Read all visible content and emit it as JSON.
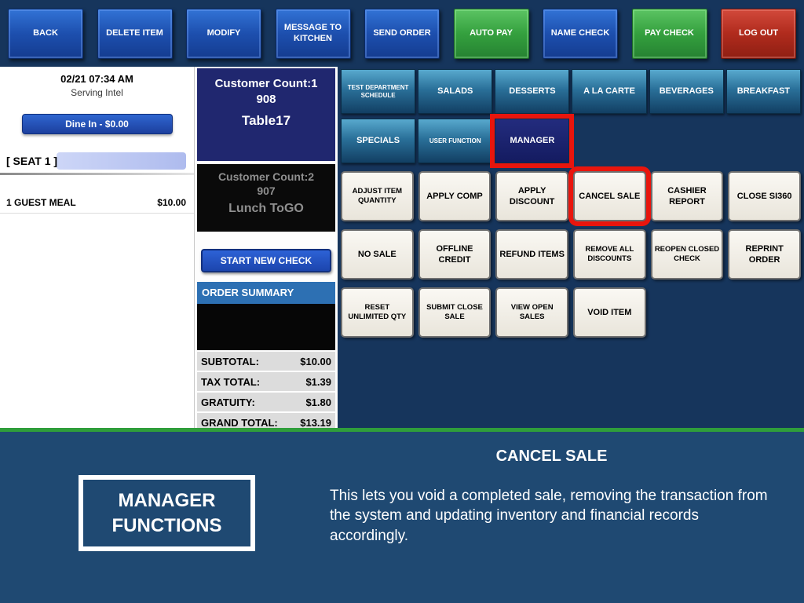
{
  "toolbar": {
    "buttons": [
      {
        "label": "BACK"
      },
      {
        "label": "DELETE ITEM"
      },
      {
        "label": "MODIFY"
      },
      {
        "label": "MESSAGE TO KITCHEN"
      },
      {
        "label": "SEND ORDER"
      },
      {
        "label": "AUTO PAY"
      },
      {
        "label": "NAME CHECK"
      },
      {
        "label": "PAY CHECK"
      },
      {
        "label": "LOG OUT"
      }
    ]
  },
  "check_panel": {
    "datetime": "02/21 07:34 AM",
    "server_name": "Serving Intel",
    "order_type_button": "Dine In - $0.00",
    "seat_label": "[ SEAT 1 ]",
    "items": [
      {
        "name": "1 GUEST MEAL",
        "price": "$10.00"
      }
    ]
  },
  "checks_panel": {
    "active_check": {
      "count_label": "Customer Count:1",
      "check_number": "908",
      "table_label": "Table17"
    },
    "inactive_check": {
      "count_label": "Customer Count:2",
      "check_number": "907",
      "table_label": "Lunch ToGO"
    },
    "start_new_check_button": "START NEW CHECK",
    "order_summary_header": "ORDER SUMMARY",
    "totals": [
      {
        "label": "SUBTOTAL:",
        "value": "$10.00"
      },
      {
        "label": "TAX TOTAL:",
        "value": "$1.39"
      },
      {
        "label": "GRATUITY:",
        "value": "$1.80"
      },
      {
        "label": "GRAND TOTAL:",
        "value": "$13.19"
      }
    ]
  },
  "categories": {
    "row1": [
      {
        "label": "TEST DEPARTMENT SCHEDULE"
      },
      {
        "label": "SALADS"
      },
      {
        "label": "DESSERTS"
      },
      {
        "label": "A LA CARTE"
      },
      {
        "label": "BEVERAGES"
      },
      {
        "label": "BREAKFAST"
      }
    ],
    "row2": [
      {
        "label": "SPECIALS"
      },
      {
        "label": "USER FUNCTION"
      },
      {
        "label": "MANAGER"
      }
    ]
  },
  "manager_functions": {
    "buttons": [
      {
        "label": "ADJUST ITEM QUANTITY"
      },
      {
        "label": "APPLY COMP"
      },
      {
        "label": "APPLY DISCOUNT"
      },
      {
        "label": "CANCEL SALE"
      },
      {
        "label": "CASHIER REPORT"
      },
      {
        "label": "CLOSE SI360"
      },
      {
        "label": "NO SALE"
      },
      {
        "label": "OFFLINE CREDIT"
      },
      {
        "label": "REFUND ITEMS"
      },
      {
        "label": "REMOVE ALL DISCOUNTS"
      },
      {
        "label": "REOPEN CLOSED CHECK"
      },
      {
        "label": "REPRINT ORDER"
      },
      {
        "label": "RESET UNLIMITED QTY"
      },
      {
        "label": "SUBMIT CLOSE SALE"
      },
      {
        "label": "VIEW OPEN SALES"
      },
      {
        "label": "VOID ITEM"
      }
    ]
  },
  "annotation": {
    "callout_line1": "MANAGER",
    "callout_line2": "FUNCTIONS",
    "title": "CANCEL SALE",
    "description": "This lets you void a completed sale, removing the transaction from the system and updating inventory and financial records accordingly."
  },
  "colors": {
    "toolbar_bg": "#16355C",
    "button_blue": "#1D4FAE",
    "button_green": "#34A03E",
    "button_red": "#B02B1D",
    "category_teal": "#2A7099",
    "selected_navy": "#141B60",
    "highlight_red": "#E8150D",
    "annotation_panel_blue": "#1F4972",
    "green_strip": "#2F9E3B"
  }
}
